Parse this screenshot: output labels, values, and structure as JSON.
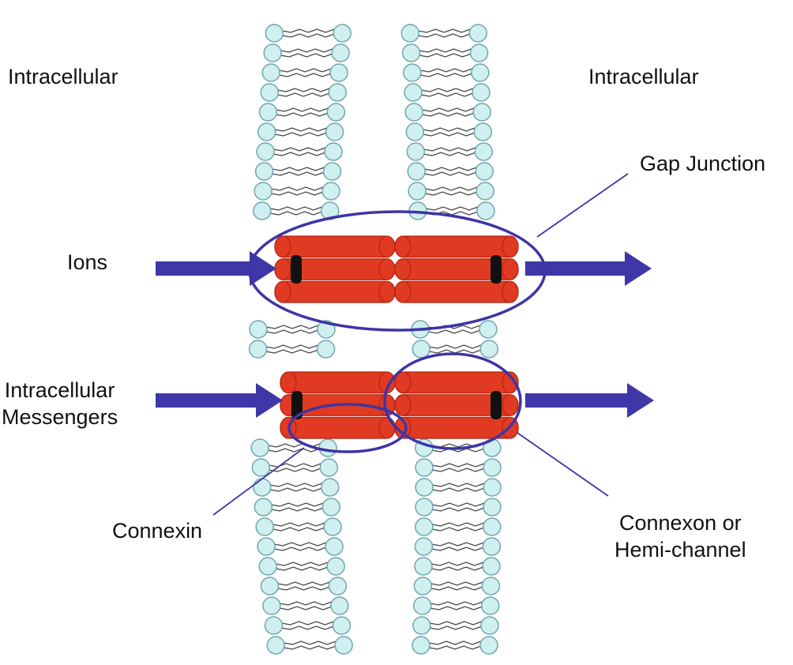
{
  "labels": {
    "intracellular_left": "Intracellular",
    "intracellular_right": "Intracellular",
    "gap_junction": "Gap Junction",
    "ions": "Ions",
    "messengers_line1": "Intracellular",
    "messengers_line2": "Messengers",
    "connexin": "Connexin",
    "connexon_line1": "Connexon or",
    "connexon_line2": "Hemi-channel"
  },
  "colors": {
    "lipid_head_fill": "#cfeff0",
    "lipid_head_stroke": "#6fa7ab",
    "lipid_tail": "#444444",
    "connexin_fill": "#e03a22",
    "connexin_dark": "#b52310",
    "channel_pore": "#111111",
    "arrow": "#3f37a8",
    "outline": "#3d35a6",
    "leader_line": "#3d35a6"
  }
}
